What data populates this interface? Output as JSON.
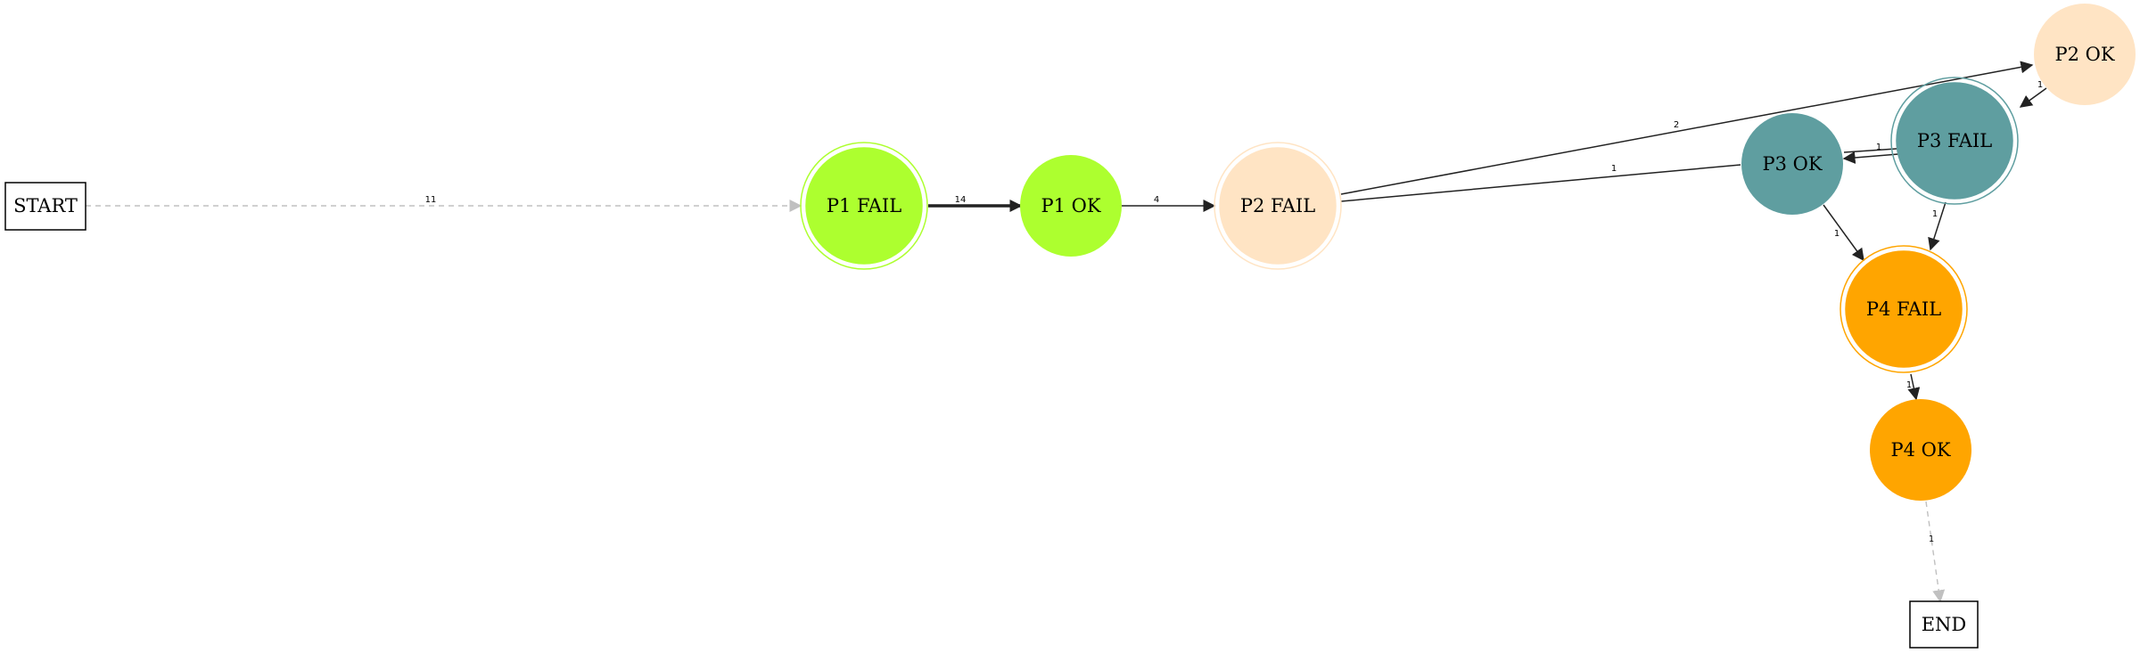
{
  "diagram": {
    "colors": {
      "p1": "#adff2f",
      "p2": "#ffe4c4",
      "p3": "#5f9ea0",
      "p4": "#ffa500",
      "edge": "#222222",
      "dashed_edge": "#c0c0c0",
      "box_border": "#000000"
    },
    "nodes": {
      "start": "START",
      "end": "END",
      "p1_fail": "P1 FAIL",
      "p1_ok": "P1 OK",
      "p2_fail": "P2 FAIL",
      "p2_ok": "P2 OK",
      "p3_ok": "P3 OK",
      "p3_fail": "P3 FAIL",
      "p4_fail": "P4 FAIL",
      "p4_ok": "P4 OK"
    },
    "edges": {
      "start_p1fail": "11",
      "p1fail_p1ok": "14",
      "p1ok_p2fail": "4",
      "p2fail_p2ok": "2",
      "p2fail_p3ok": "1",
      "p2ok_p3fail": "1",
      "p3ok_p3fail": "1",
      "p3ok_p4fail": "1",
      "p3fail_p4fail": "1",
      "p4fail_p4ok": "1",
      "p4ok_end": "1"
    }
  }
}
